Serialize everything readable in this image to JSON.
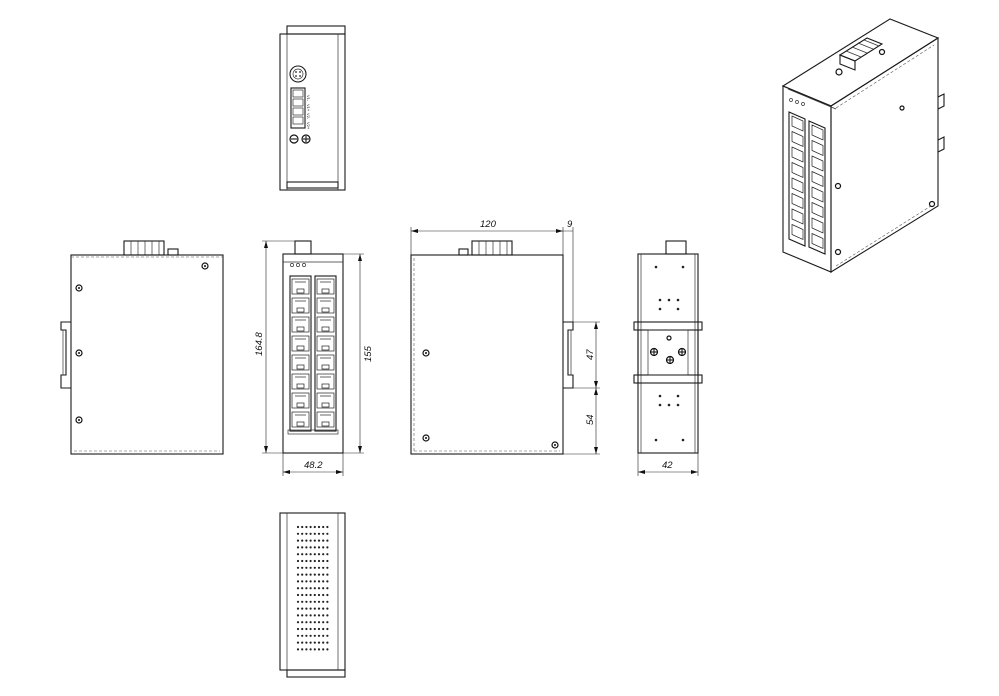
{
  "dimensions": {
    "height_total": "164.8",
    "height_body": "155",
    "width_front": "48.2",
    "depth": "120",
    "rail_offset": "9",
    "rail_upper": "47",
    "rail_lower": "54",
    "width_rear": "42"
  },
  "top_labels": {
    "terminal_1": "V1-",
    "terminal_2": "V1+",
    "terminal_3": "V2-",
    "terminal_4": "V2+"
  }
}
